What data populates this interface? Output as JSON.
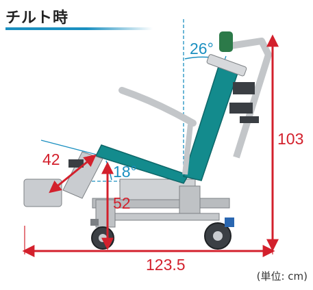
{
  "header": {
    "title": "チルト時"
  },
  "dimensions": {
    "tilt_angle": "26°",
    "leg_angle": "18°",
    "leg_length": "42",
    "seat_height": "52",
    "total_height": "103",
    "total_length": "123.5"
  },
  "unit_note": "(単位: cm)",
  "colors": {
    "accent_red": "#d3202c",
    "accent_blue": "#1a8fc0",
    "seat_teal": "#138b8d"
  }
}
